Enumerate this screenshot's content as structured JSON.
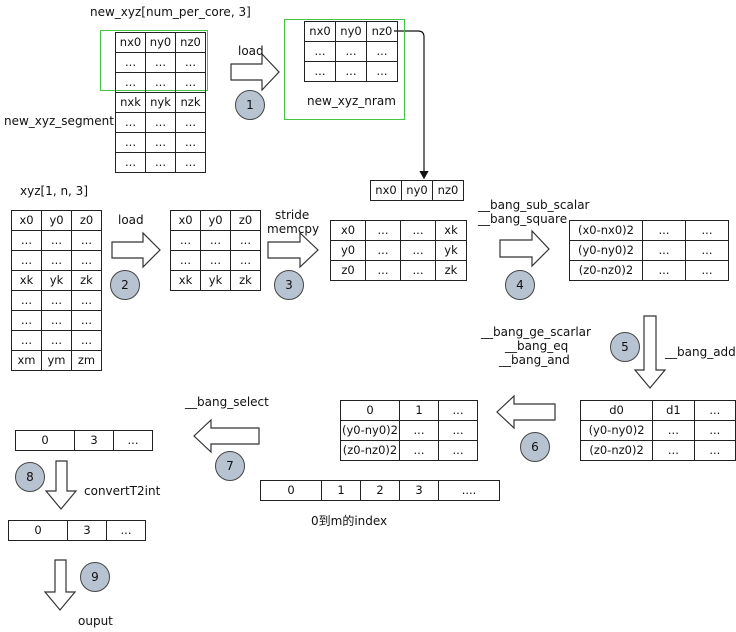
{
  "labels": {
    "new_xyz": "new_xyz[num_per_core, 3]",
    "new_xyz_segment": "new_xyz_segment",
    "new_xyz_nram": "new_xyz_nram",
    "load1": "load",
    "xyz": "xyz[1, n, 3]",
    "load2": "load",
    "stride": "stride",
    "memcpy": "memcpy",
    "bang_sub_scalar": "__bang_sub_scalar",
    "bang_square": "__bang_square",
    "bang_ge_scarlar": "__bang_ge_scarlar",
    "bang_eq": "__bang_eq",
    "bang_and": "__bang_and",
    "bang_add": "__bang_add",
    "bang_select": "__bang_select",
    "convertT2int": "convertT2int",
    "index_label": "0到m的index",
    "output": "ouput"
  },
  "steps": [
    "1",
    "2",
    "3",
    "4",
    "5",
    "6",
    "7",
    "8",
    "9"
  ],
  "tables": {
    "new_xyz": [
      [
        "nx0",
        "ny0",
        "nz0"
      ],
      [
        "...",
        "...",
        "..."
      ],
      [
        "...",
        "...",
        "..."
      ],
      [
        "nxk",
        "nyk",
        "nzk"
      ],
      [
        "...",
        "...",
        "..."
      ],
      [
        "...",
        "...",
        "..."
      ],
      [
        "...",
        "...",
        "..."
      ]
    ],
    "nram": [
      [
        "nx0",
        "ny0",
        "nz0"
      ],
      [
        "...",
        "...",
        "..."
      ],
      [
        "...",
        "...",
        "..."
      ]
    ],
    "nram_row": [
      [
        "nx0",
        "ny0",
        "nz0"
      ]
    ],
    "xyz": [
      [
        "x0",
        "y0",
        "z0"
      ],
      [
        "...",
        "...",
        "..."
      ],
      [
        "...",
        "...",
        "..."
      ],
      [
        "xk",
        "yk",
        "zk"
      ],
      [
        "...",
        "...",
        "..."
      ],
      [
        "...",
        "...",
        "..."
      ],
      [
        "...",
        "...",
        "..."
      ],
      [
        "xm",
        "ym",
        "zm"
      ]
    ],
    "xyz_loaded": [
      [
        "x0",
        "y0",
        "z0"
      ],
      [
        "...",
        "...",
        "..."
      ],
      [
        "...",
        "...",
        "..."
      ],
      [
        "xk",
        "yk",
        "zk"
      ]
    ],
    "transposed": [
      [
        "x0",
        "...",
        "...",
        "xk"
      ],
      [
        "y0",
        "...",
        "...",
        "yk"
      ],
      [
        "z0",
        "...",
        "...",
        "zk"
      ]
    ],
    "diff": [
      [
        "(x0-nx0)2",
        "...",
        "..."
      ],
      [
        "(y0-ny0)2",
        "...",
        "..."
      ],
      [
        "(z0-nz0)2",
        "...",
        "..."
      ]
    ],
    "sum": [
      [
        "d0",
        "d1",
        "..."
      ],
      [
        "(y0-ny0)2",
        "...",
        "..."
      ],
      [
        "(z0-nz0)2",
        "...",
        "..."
      ]
    ],
    "mask": [
      [
        "0",
        "1",
        "..."
      ],
      [
        "(y0-ny0)2",
        "...",
        "..."
      ],
      [
        "(z0-nz0)2",
        "...",
        "..."
      ]
    ],
    "index": [
      [
        "0",
        "1",
        "2",
        "3",
        "...."
      ]
    ],
    "selected": [
      [
        "0",
        "3",
        "..."
      ]
    ],
    "converted": [
      [
        "0",
        "3",
        "..."
      ]
    ]
  }
}
